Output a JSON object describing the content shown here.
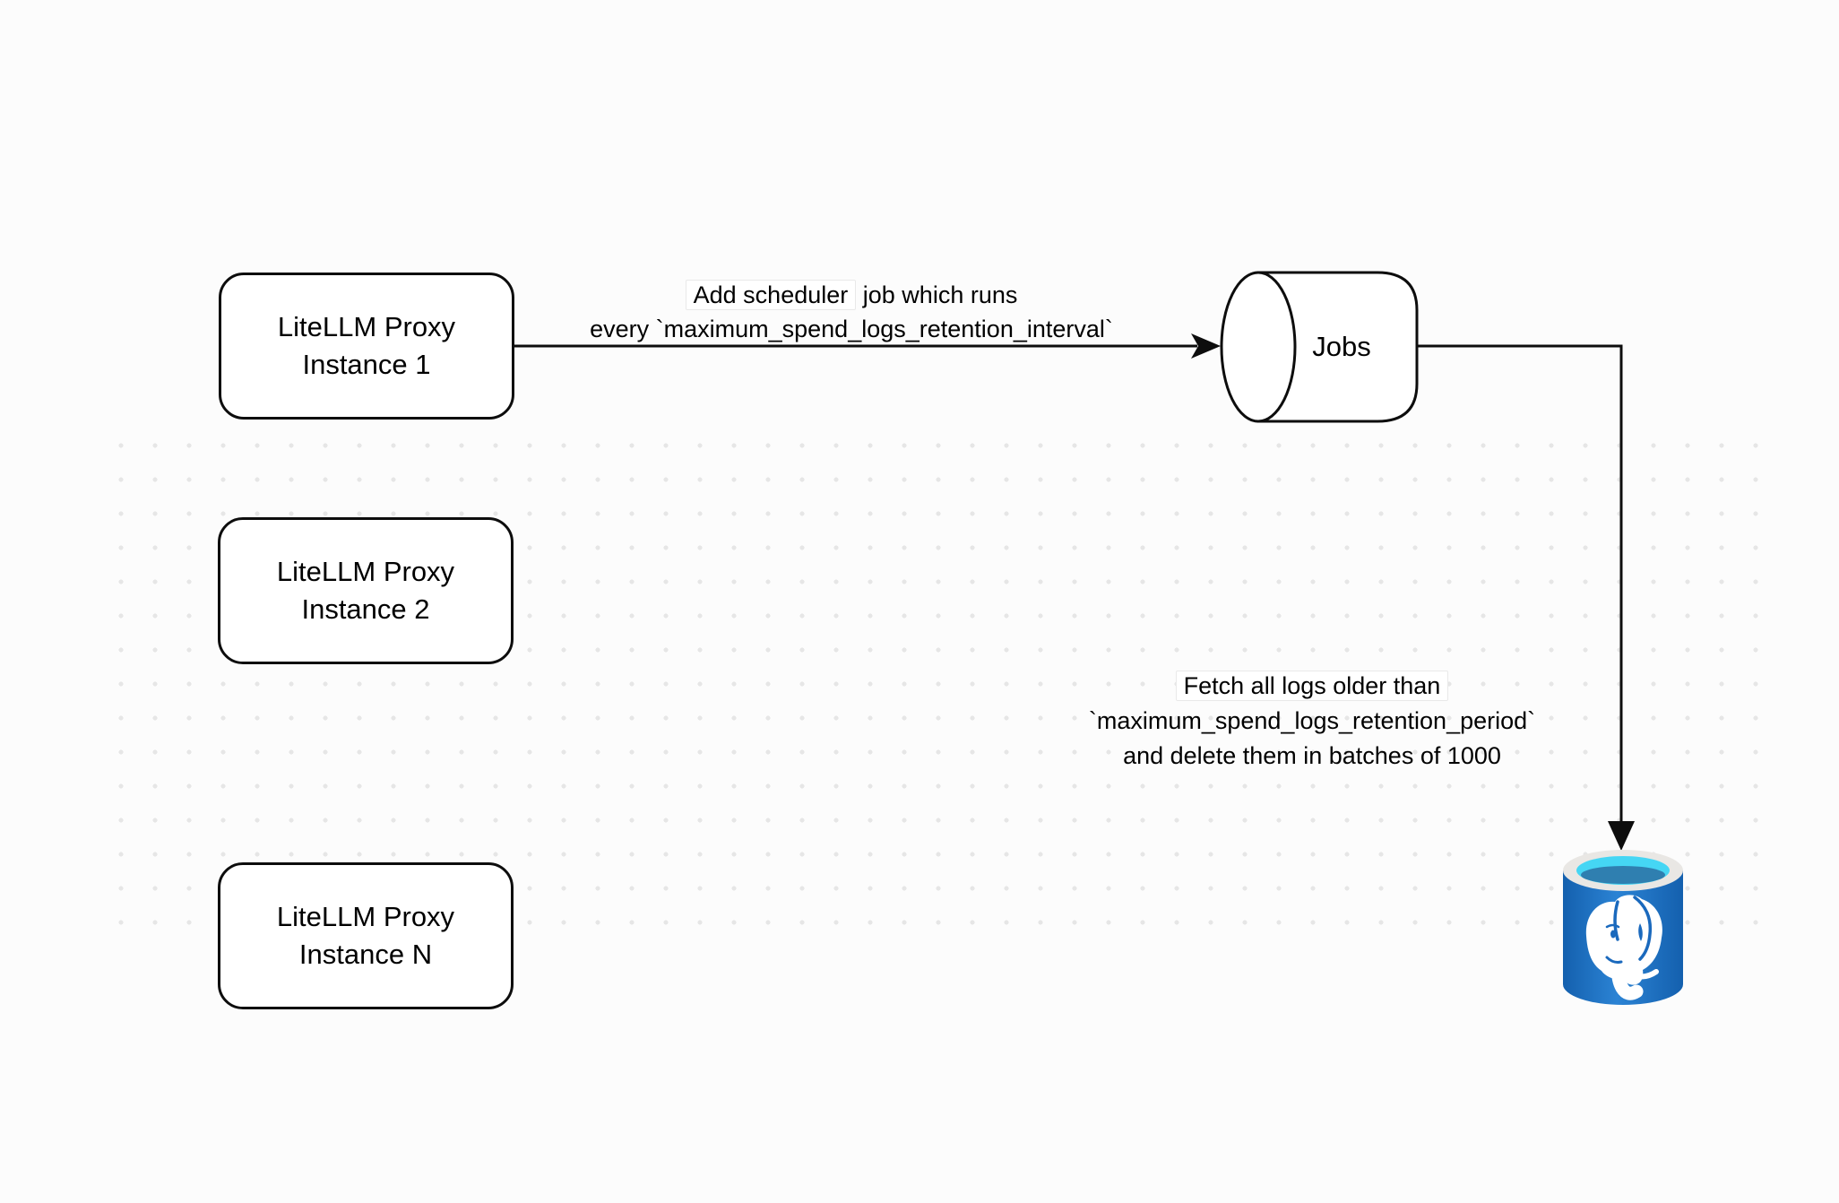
{
  "diagram": {
    "title_hint": "LiteLLM spend-logs cleanup scheduler flow",
    "canvas_background": "#fcfcfc",
    "dot_grid_color": "#e6e6e6",
    "stroke_color": "#0d0d0d",
    "nodes": {
      "proxy1": {
        "lines": [
          "LiteLLM Proxy",
          "Instance 1"
        ]
      },
      "proxy2": {
        "lines": [
          "LiteLLM Proxy",
          "Instance 2"
        ]
      },
      "proxyN": {
        "lines": [
          "LiteLLM Proxy",
          "Instance N"
        ]
      },
      "jobs": {
        "label": "Jobs",
        "shape": "horizontal-cylinder"
      },
      "postgres": {
        "icon": "postgresql-database-icon"
      }
    },
    "edges": {
      "proxy1_to_jobs": {
        "line1_boxed": "Add scheduler",
        "line1_rest": " job which runs",
        "line2": "every `maximum_spend_logs_retention_interval`"
      },
      "jobs_to_postgres": {
        "line1": "Fetch all logs older than",
        "line2": "`maximum_spend_logs_retention_period`",
        "line3": "and delete them in batches of 1000"
      }
    },
    "postgres_icon_colors": {
      "body_blue": "#1a69bd",
      "body_blue_light": "#2b83d4",
      "rim_gray": "#e9e7e4",
      "water_cyan": "#45d6f4",
      "water_dark": "#2f7fb0",
      "elephant_white": "#ffffff"
    }
  }
}
